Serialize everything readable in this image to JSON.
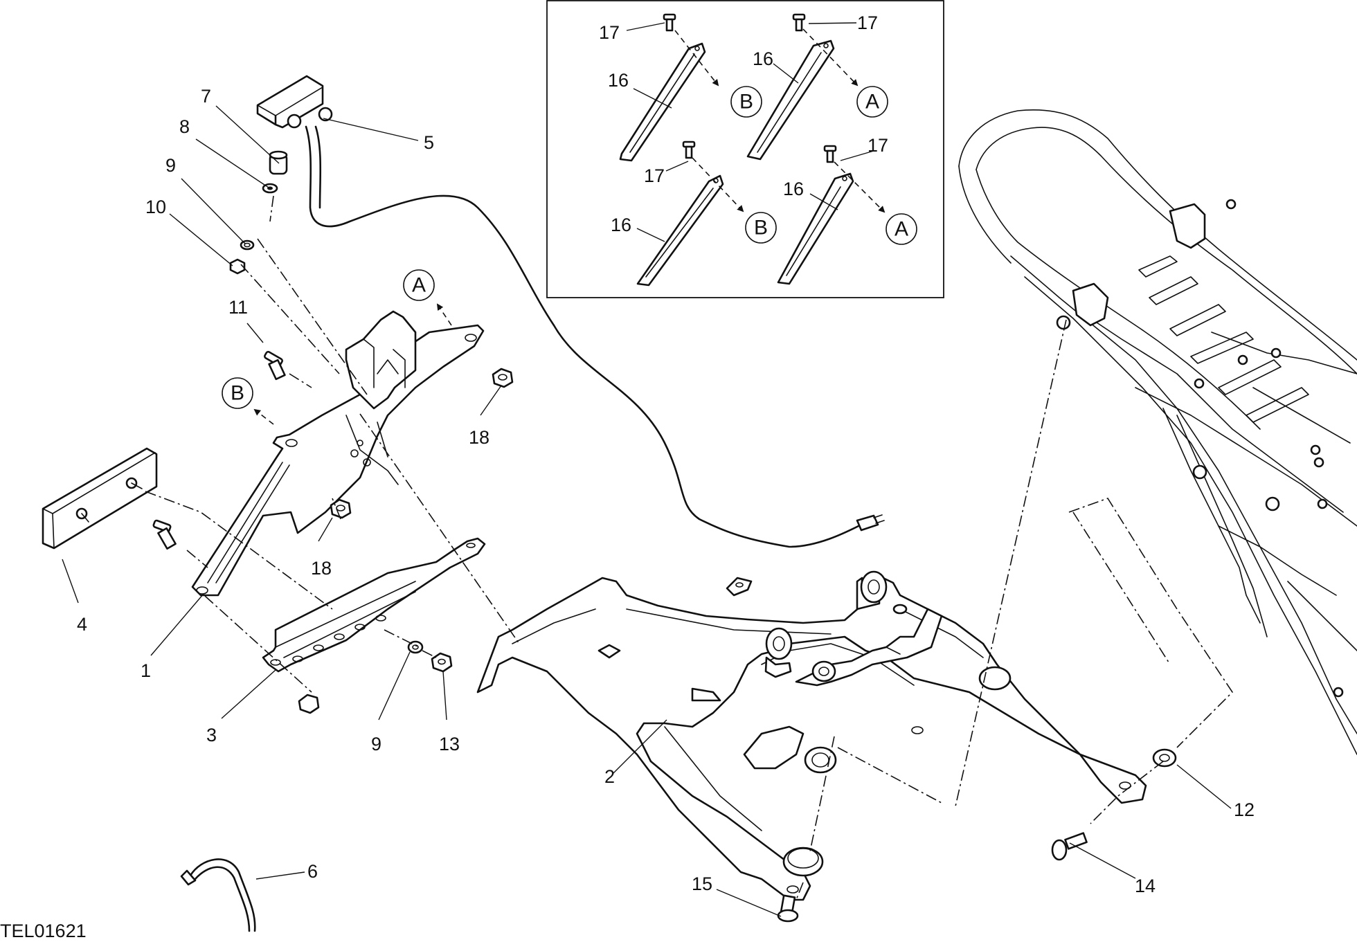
{
  "drawing_code": "TEL01621",
  "callouts": {
    "c1": "1",
    "c2": "2",
    "c3": "3",
    "c4": "4",
    "c5": "5",
    "c6": "6",
    "c7": "7",
    "c8": "8",
    "c9a": "9",
    "c9b": "9",
    "c10": "10",
    "c11": "11",
    "c12": "12",
    "c13": "13",
    "c14": "14",
    "c15": "15",
    "c16a": "16",
    "c16b": "16",
    "c16c": "16",
    "c16d": "16",
    "c17a": "17",
    "c17b": "17",
    "c17c": "17",
    "c17d": "17",
    "c18a": "18",
    "c18b": "18"
  },
  "references": {
    "main_a": "A",
    "main_b": "B",
    "inset_b1": "B",
    "inset_a1": "A",
    "inset_b2": "B",
    "inset_a2": "A"
  }
}
